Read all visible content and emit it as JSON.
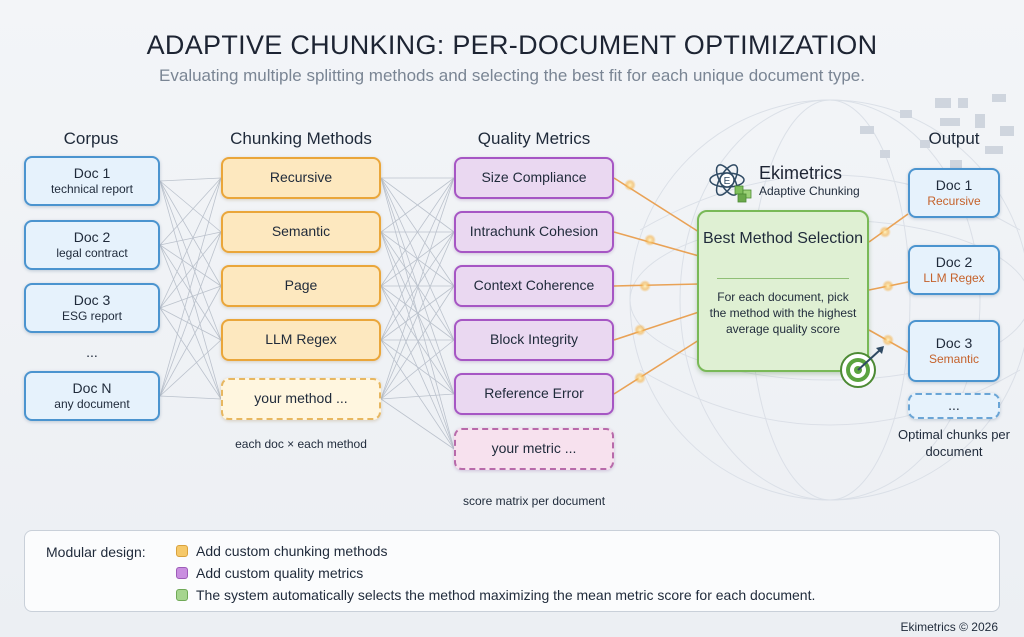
{
  "title": "ADAPTIVE CHUNKING: PER-DOCUMENT OPTIMIZATION",
  "subtitle": "Evaluating multiple splitting methods and selecting the best fit for each unique document type.",
  "columns": {
    "corpus": "Corpus",
    "methods": "Chunking Methods",
    "metrics": "Quality Metrics",
    "output": "Output"
  },
  "corpus": [
    {
      "title": "Doc 1",
      "sub": "technical report"
    },
    {
      "title": "Doc 2",
      "sub": "legal contract"
    },
    {
      "title": "Doc 3",
      "sub": "ESG report"
    },
    {
      "title": "...",
      "sub": ""
    },
    {
      "title": "Doc N",
      "sub": "any document"
    }
  ],
  "methods": [
    "Recursive",
    "Semantic",
    "Page",
    "LLM Regex",
    "your method ..."
  ],
  "methods_caption": "each doc × each method",
  "metrics": [
    "Size Compliance",
    "Intrachunk Cohesion",
    "Context Coherence",
    "Block Integrity",
    "Reference Error",
    "your metric ..."
  ],
  "metrics_caption": "score matrix per document",
  "brand": {
    "name": "Ekimetrics",
    "tagline": "Adaptive Chunking",
    "logo_letter": "E"
  },
  "best": {
    "title": "Best Method Selection",
    "desc": "For each document, pick the method with the highest average quality score"
  },
  "output": [
    {
      "title": "Doc 1",
      "sub": "Recursive"
    },
    {
      "title": "Doc 2",
      "sub": "LLM Regex"
    },
    {
      "title": "Doc 3",
      "sub": "Semantic"
    },
    {
      "title": "...",
      "sub": ""
    }
  ],
  "output_caption": "Optimal chunks per document",
  "modular": {
    "label": "Modular design:",
    "items": [
      "Add custom chunking methods",
      "Add custom quality metrics",
      "The system automatically selects the method maximizing the mean metric score for each document."
    ]
  },
  "footer": "Ekimetrics © 2026",
  "icons": [
    "atom-logo-icon",
    "cube-icon",
    "target-icon",
    "dart-icon"
  ],
  "colors": {
    "doc": "#4b94cf",
    "method": "#eaa63a",
    "metric": "#a656c4",
    "best": "#79b957",
    "output_method": "#c5622b",
    "swatch_method": "#f6c96a",
    "swatch_metric": "#c98ee0",
    "swatch_best": "#a6d58f"
  }
}
